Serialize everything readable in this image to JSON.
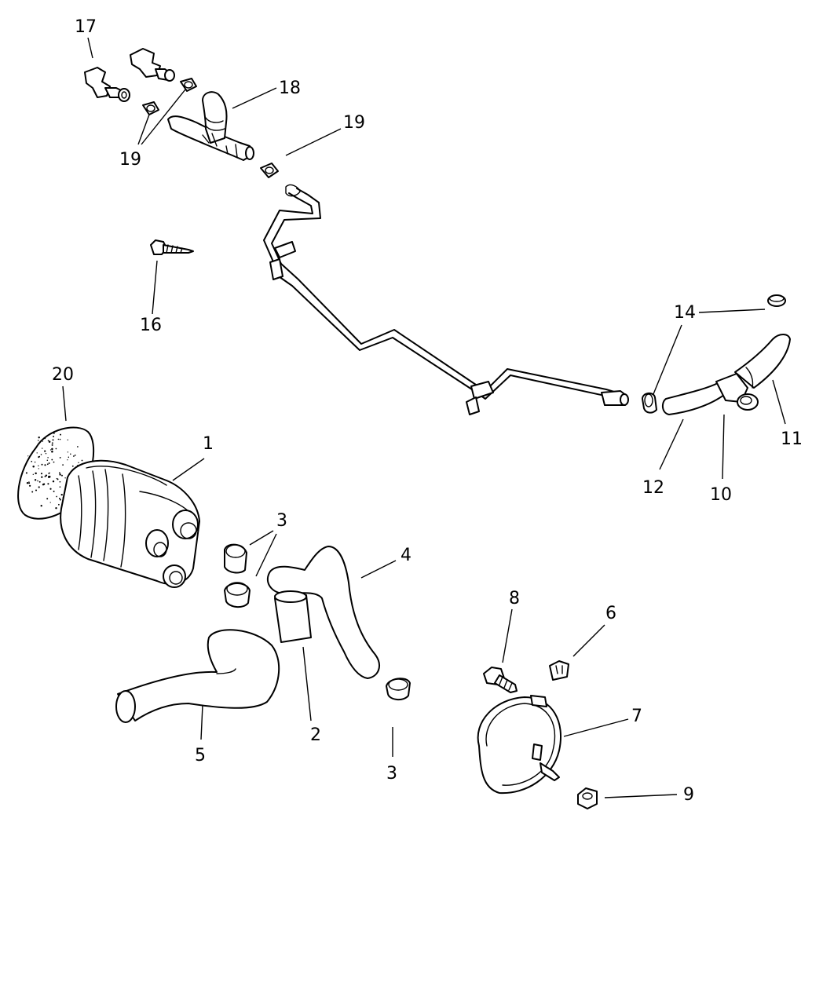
{
  "callouts": [
    {
      "id": "c17",
      "label": "17"
    },
    {
      "id": "c18",
      "label": "18"
    },
    {
      "id": "c19a",
      "label": "19"
    },
    {
      "id": "c19b",
      "label": "19"
    },
    {
      "id": "c16",
      "label": "16"
    },
    {
      "id": "c14",
      "label": "14"
    },
    {
      "id": "c11",
      "label": "11"
    },
    {
      "id": "c12",
      "label": "12"
    },
    {
      "id": "c10",
      "label": "10"
    },
    {
      "id": "c20",
      "label": "20"
    },
    {
      "id": "c1",
      "label": "1"
    },
    {
      "id": "c3a",
      "label": "3"
    },
    {
      "id": "c4",
      "label": "4"
    },
    {
      "id": "c8",
      "label": "8"
    },
    {
      "id": "c6",
      "label": "6"
    },
    {
      "id": "c7",
      "label": "7"
    },
    {
      "id": "c2",
      "label": "2"
    },
    {
      "id": "c5",
      "label": "5"
    },
    {
      "id": "c3b",
      "label": "3"
    },
    {
      "id": "c9",
      "label": "9"
    }
  ]
}
